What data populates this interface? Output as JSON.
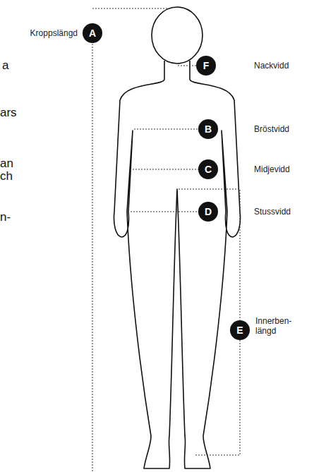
{
  "diagram": {
    "nodes": [
      {
        "text": [
          "A"
        ]
      },
      {
        "text": [
          "F"
        ]
      },
      {
        "text": [
          "B"
        ]
      },
      {
        "text": [
          "C"
        ]
      },
      {
        "text": [
          "D"
        ]
      },
      {
        "text": [
          "E"
        ]
      }
    ],
    "labels": [
      "Kroppslängd",
      "Nackvidd",
      "Bröstvidd",
      "Midjevidd",
      "Stussvidd",
      "Innerben- längd",
      "a",
      "ars",
      "an",
      "ch",
      "n-"
    ]
  }
}
